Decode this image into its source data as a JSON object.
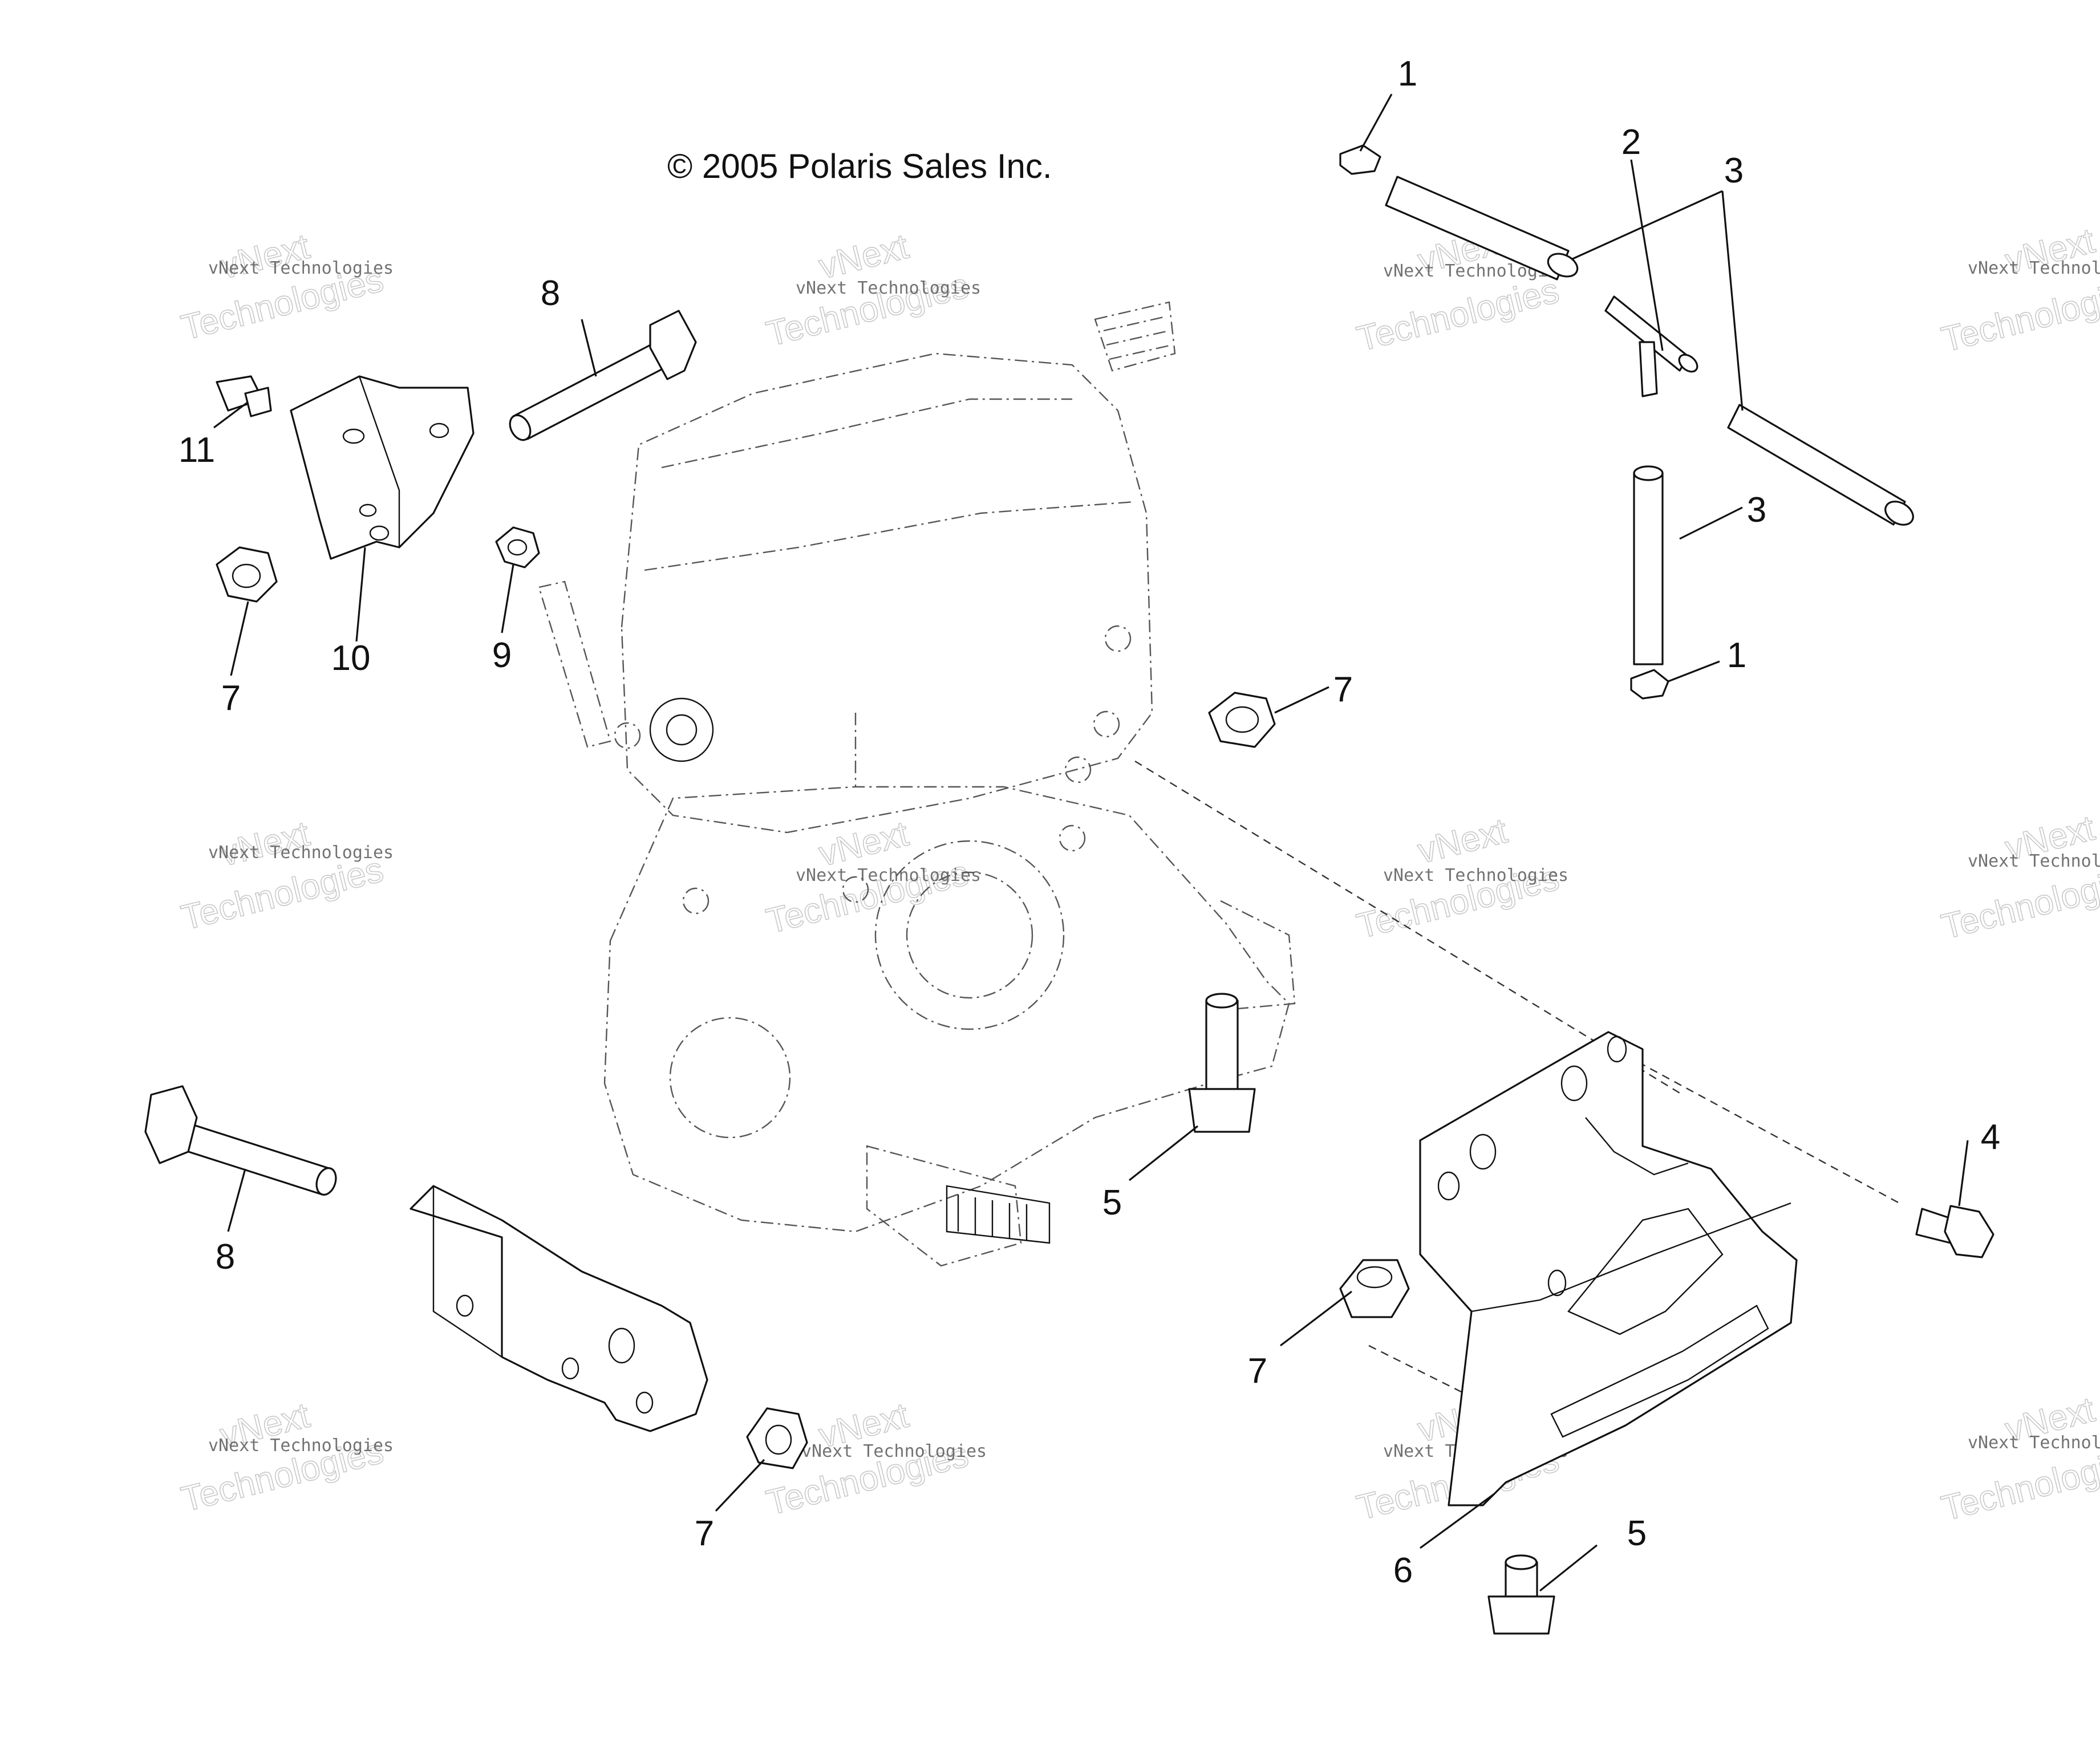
{
  "copyright": "© 2005 Polaris Sales Inc.",
  "watermark": {
    "line_small": "vNext Technologies",
    "line_big_1": "vNext",
    "line_big_2": "Technologies"
  },
  "callouts": {
    "c1a": "1",
    "c1b": "1",
    "c2": "2",
    "c3a": "3",
    "c3b": "3",
    "c4": "4",
    "c5a": "5",
    "c5b": "5",
    "c6": "6",
    "c7a": "7",
    "c7b": "7",
    "c7c": "7",
    "c7d": "7",
    "c8a": "8",
    "c8b": "8",
    "c9": "9",
    "c10": "10",
    "c11": "11"
  }
}
